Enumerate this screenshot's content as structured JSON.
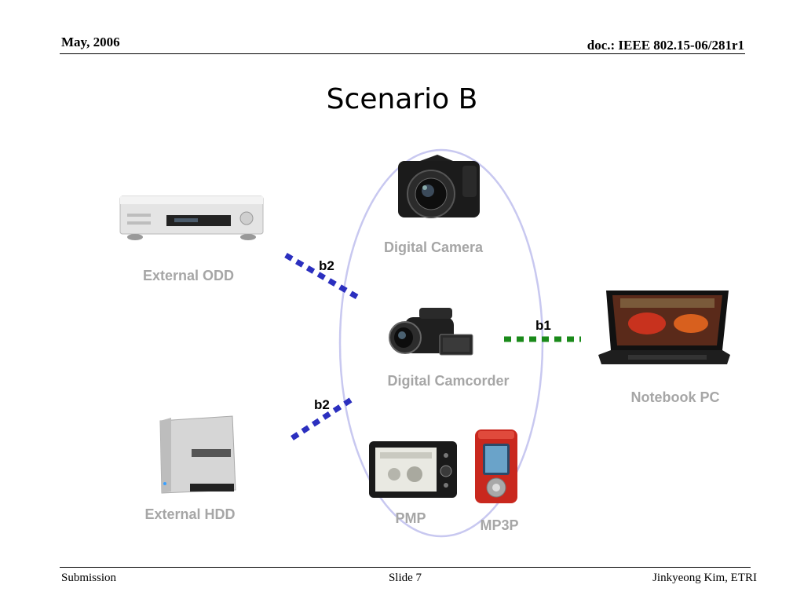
{
  "header": {
    "date": "May, 2006",
    "doc": "doc.: IEEE 802.15-06/281r1"
  },
  "slide": {
    "title": "Scenario B"
  },
  "devices": {
    "external_odd": "External ODD",
    "external_hdd": "External HDD",
    "digital_camera": "Digital Camera",
    "digital_camcorder": "Digital Camcorder",
    "pmp": "PMP",
    "mp3p": "MP3P",
    "notebook_pc": "Notebook PC"
  },
  "links": {
    "b2_top": "b2",
    "b2_bottom": "b2",
    "b1": "b1"
  },
  "colors": {
    "b2_link": "#2b2fbf",
    "b1_link": "#1a8a1a",
    "piconet_ellipse": "#c8c8f0",
    "device_label": "#a6a6a6"
  },
  "footer": {
    "left": "Submission",
    "center": "Slide 7",
    "right": "Jinkyeong Kim, ETRI"
  }
}
